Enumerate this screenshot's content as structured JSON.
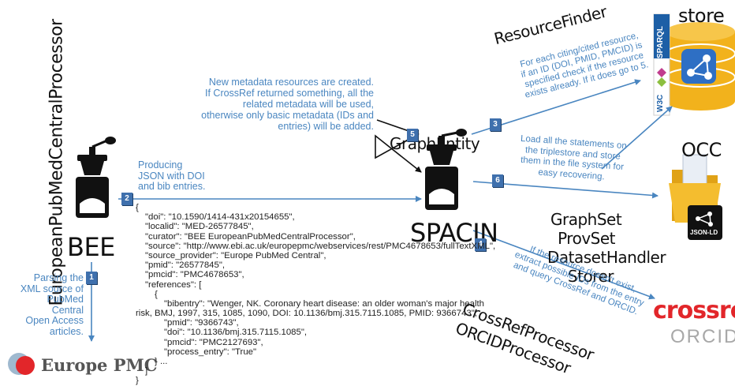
{
  "processors": {
    "epmc_processor": "EuropeanPubMedCentralProcessor",
    "bee": "BEE",
    "spacin": "SPACIN",
    "graph_entity": "GraphEntity",
    "resource_finder": "ResourceFinder",
    "graph_set": "GraphSet",
    "prov_set": "ProvSet",
    "dataset_handler": "DatasetHandler",
    "storer": "Storer",
    "crossref_processor": "CrossRefProcessor",
    "orcid_processor": "ORCIDProcessor"
  },
  "stores": {
    "store": "store",
    "occ": "OCC",
    "sparql": "SPARQL",
    "w3c": "W3C",
    "jsonld": "JSON-LD",
    "europe_pmc": "Europe PMC",
    "crossref": "crossref",
    "orcid": "ORCID"
  },
  "steps": {
    "s1": {
      "number": "1",
      "text": [
        "Parsing the",
        "XML source of",
        "PubMed Central",
        "Open Access",
        "articles."
      ]
    },
    "s2": {
      "number": "2",
      "text": [
        "Producing",
        "JSON with DOI",
        "and bib entries."
      ]
    },
    "s3": {
      "number": "3",
      "text": [
        "For each citing/cited resource,",
        "if an ID (DOI, PMID, PMCID) is",
        "specified check if the resource",
        "exists already. If it does go to 5."
      ]
    },
    "s4": {
      "number": "4",
      "text": [
        "If the resource doesn't exist,",
        "extract possible IDs from the entry",
        "and query CrossRef and ORCID."
      ]
    },
    "s5": {
      "number": "5",
      "text": [
        "New metadata resources are created.",
        "If CrossRef returned something, all the",
        "related metadata will be used,",
        "otherwise only basic metadata (IDs and",
        "entries) will be added."
      ]
    },
    "s6": {
      "number": "6",
      "text": [
        "Load all the statements on",
        "the triplestore and store",
        "them in the file system for",
        "easy recovering."
      ]
    }
  },
  "json_lines": [
    "{",
    "\"doi\": \"10.1590/1414-431x20154655\",",
    "\"localid\": \"MED-26577845\",",
    "\"curator\": \"BEE EuropeanPubMedCentralProcessor\",",
    "\"source\": \"http://www.ebi.ac.uk/europepmc/webservices/rest/PMC4678653/fullTextXML\",",
    "\"source_provider\": \"Europe PubMed Central\",",
    "\"pmid\": \"26577845\",",
    "\"pmcid\": \"PMC4678653\",",
    "\"references\": [",
    "{",
    "\"bibentry\": \"Wenger, NK. Coronary heart disease: an older woman's major health",
    "risk, BMJ, 1997, 315, 1085, 1090, DOI: 10.1136/bmj.315.7115.1085, PMID: 9366743\",",
    "\"pmid\": \"9366743\",",
    "\"doi\": \"10.1136/bmj.315.7115.1085\",",
    "\"pmcid\": \"PMC2127693\",",
    "\"process_entry\": \"True\"",
    "} ...",
    "]",
    "}"
  ],
  "colors": {
    "arrow": "#4a86c0",
    "badge": "#3f70ad",
    "store_yellow": "#f2b21c",
    "crossref_red": "#e2262a",
    "folder": "#f0b323"
  }
}
